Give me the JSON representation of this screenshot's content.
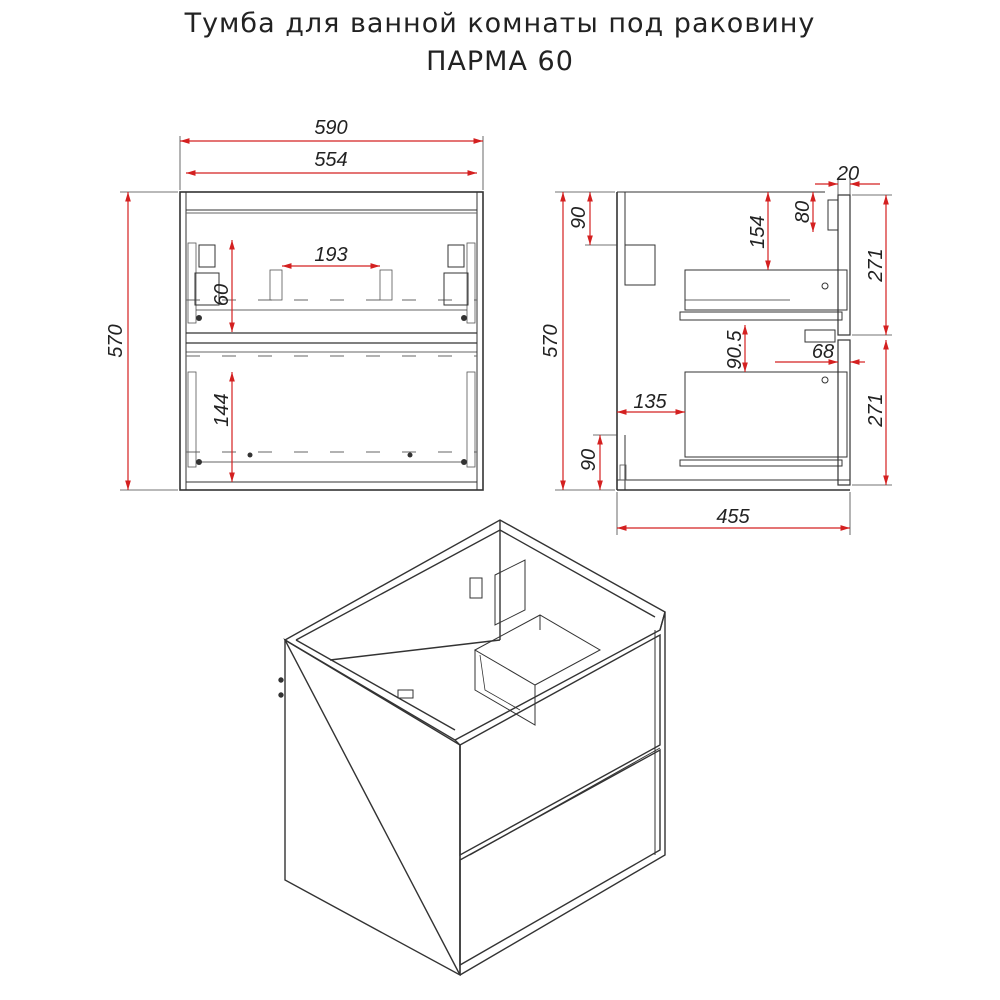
{
  "title": {
    "line1": "Тумба для ванной комнаты под раковину",
    "line2": "ПАРМА 60"
  },
  "front_view": {
    "outer_width": "590",
    "inner_width": "554",
    "height": "570",
    "hinge_spacing": "193",
    "upper_offset": "60",
    "lower_offset": "144"
  },
  "side_view": {
    "top_gap": "20",
    "top_rail": "80",
    "upper_depth": "154",
    "mount_top": "90",
    "height": "570",
    "drawer_upper": "271",
    "drawer_lower": "271",
    "handle_gap": "68",
    "mid_height": "90.5",
    "drawer_offset": "135",
    "mount_bottom": "90",
    "depth": "455"
  },
  "colors": {
    "dimension": "#d42020",
    "outline": "#333333"
  }
}
